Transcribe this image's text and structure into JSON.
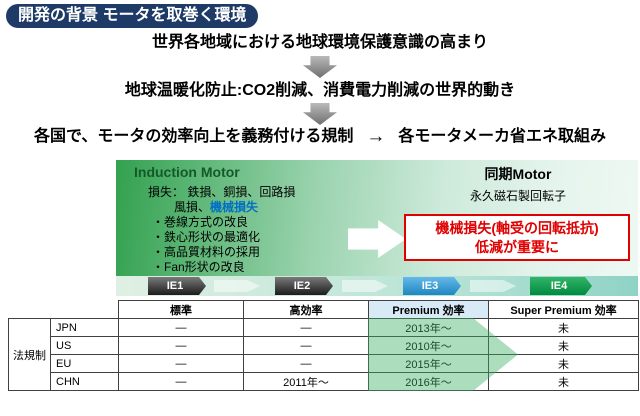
{
  "title_badge": "開発の背景 モータを取巻く環境",
  "flow": {
    "line1": "世界各地域における地球環境保護意識の高まり",
    "line2": "地球温暖化防止:CO2削減、消費電力削減の世界的動き",
    "line3_left": "各国で、モータの効率向上を義務付ける規制",
    "line3_arrow": "→",
    "line3_right": "各モータメーカ省エネ取組み"
  },
  "diagram": {
    "induction": {
      "title": "Induction Motor",
      "loss_line1": "損失： 鉄損、銅損、回路損",
      "loss_line2_prefix": "風損、",
      "loss_line2_highlight": "機械損失",
      "improvements": [
        "・巻線方式の改良",
        "・鉄心形状の最適化",
        "・高品質材料の採用",
        "・Fan形状の改良"
      ]
    },
    "sync": {
      "title": "同期Motor",
      "subtitle": "永久磁石製回転子"
    },
    "callout": {
      "line1": "機械損失(軸受の回転抵抗)",
      "line2": "低減が重要に"
    },
    "ie_labels": [
      {
        "label": "IE1",
        "color": "#2a2a2a"
      },
      {
        "label": "IE2",
        "color": "#2a2a2a"
      },
      {
        "label": "IE3",
        "color": "#2e9bd6"
      },
      {
        "label": "IE4",
        "color": "#00a650"
      }
    ]
  },
  "table": {
    "row_header": "法規制",
    "col_headers": [
      "標準",
      "高効率",
      "Premium 効率",
      "Super Premium 効率"
    ],
    "rows": [
      {
        "country": "JPN",
        "values": [
          "―",
          "―",
          "2013年～",
          "未"
        ]
      },
      {
        "country": "US",
        "values": [
          "―",
          "―",
          "2010年～",
          "未"
        ]
      },
      {
        "country": "EU",
        "values": [
          "―",
          "―",
          "2015年～",
          "未"
        ]
      },
      {
        "country": "CHN",
        "values": [
          "―",
          "2011年～",
          "2016年～",
          "未"
        ]
      }
    ]
  },
  "colors": {
    "badge_navy": "#1e3a66",
    "callout_red": "#e00000",
    "mechanical_loss_blue": "#0070c6",
    "ie3_blue": "#2e9bd6",
    "ie4_green": "#00a650",
    "diagram_green": "#33a14f"
  }
}
